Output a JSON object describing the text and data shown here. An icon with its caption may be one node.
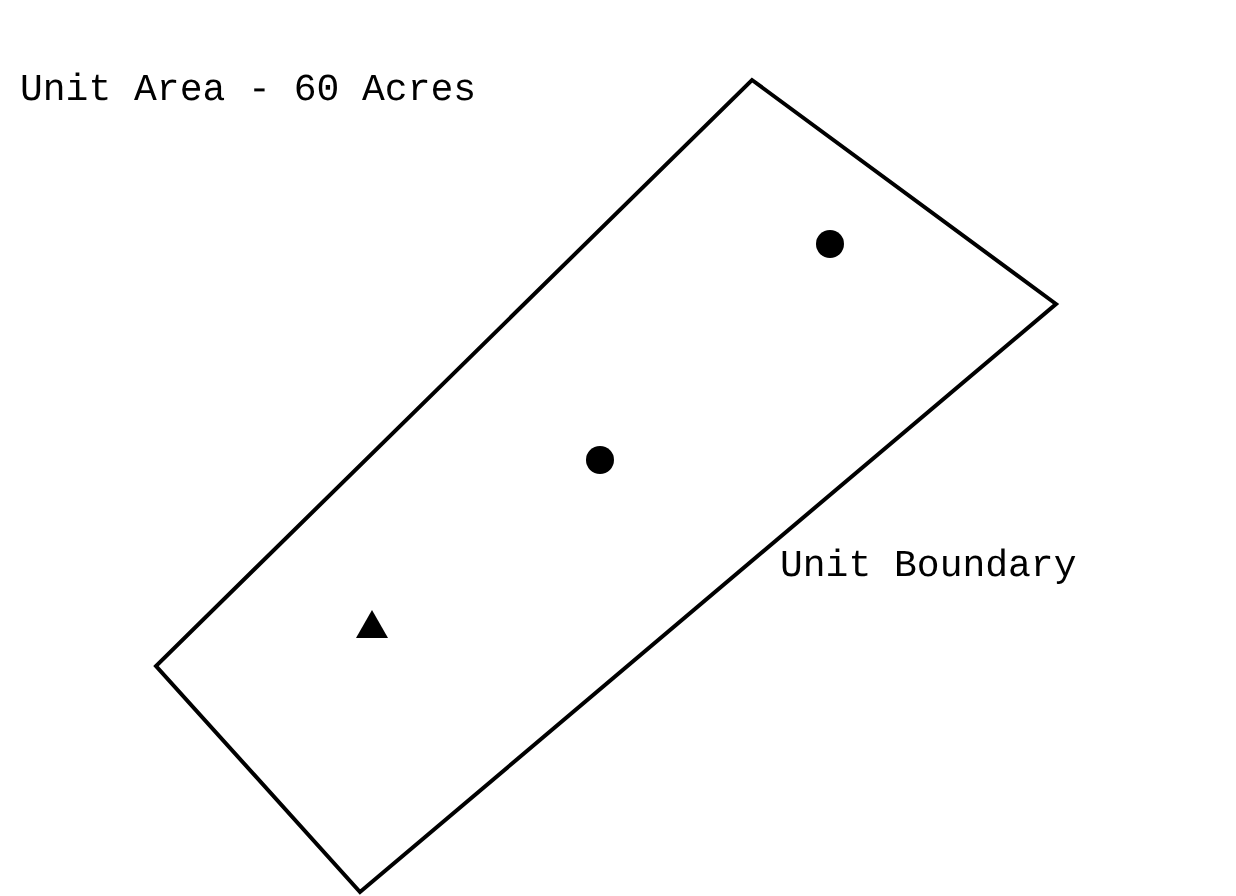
{
  "diagram": {
    "nodes": [
      {
        "text": [
          "Unit Area - 60 Acres"
        ],
        "beside": [
          "Unit Boundary"
        ]
      },
      {
        "text": [],
        "shape": "circle",
        "in": 0
      },
      {
        "text": [],
        "shape": "circle",
        "in": 0
      },
      {
        "text": [],
        "shape": "triangle",
        "in": 0
      }
    ],
    "edges": []
  }
}
